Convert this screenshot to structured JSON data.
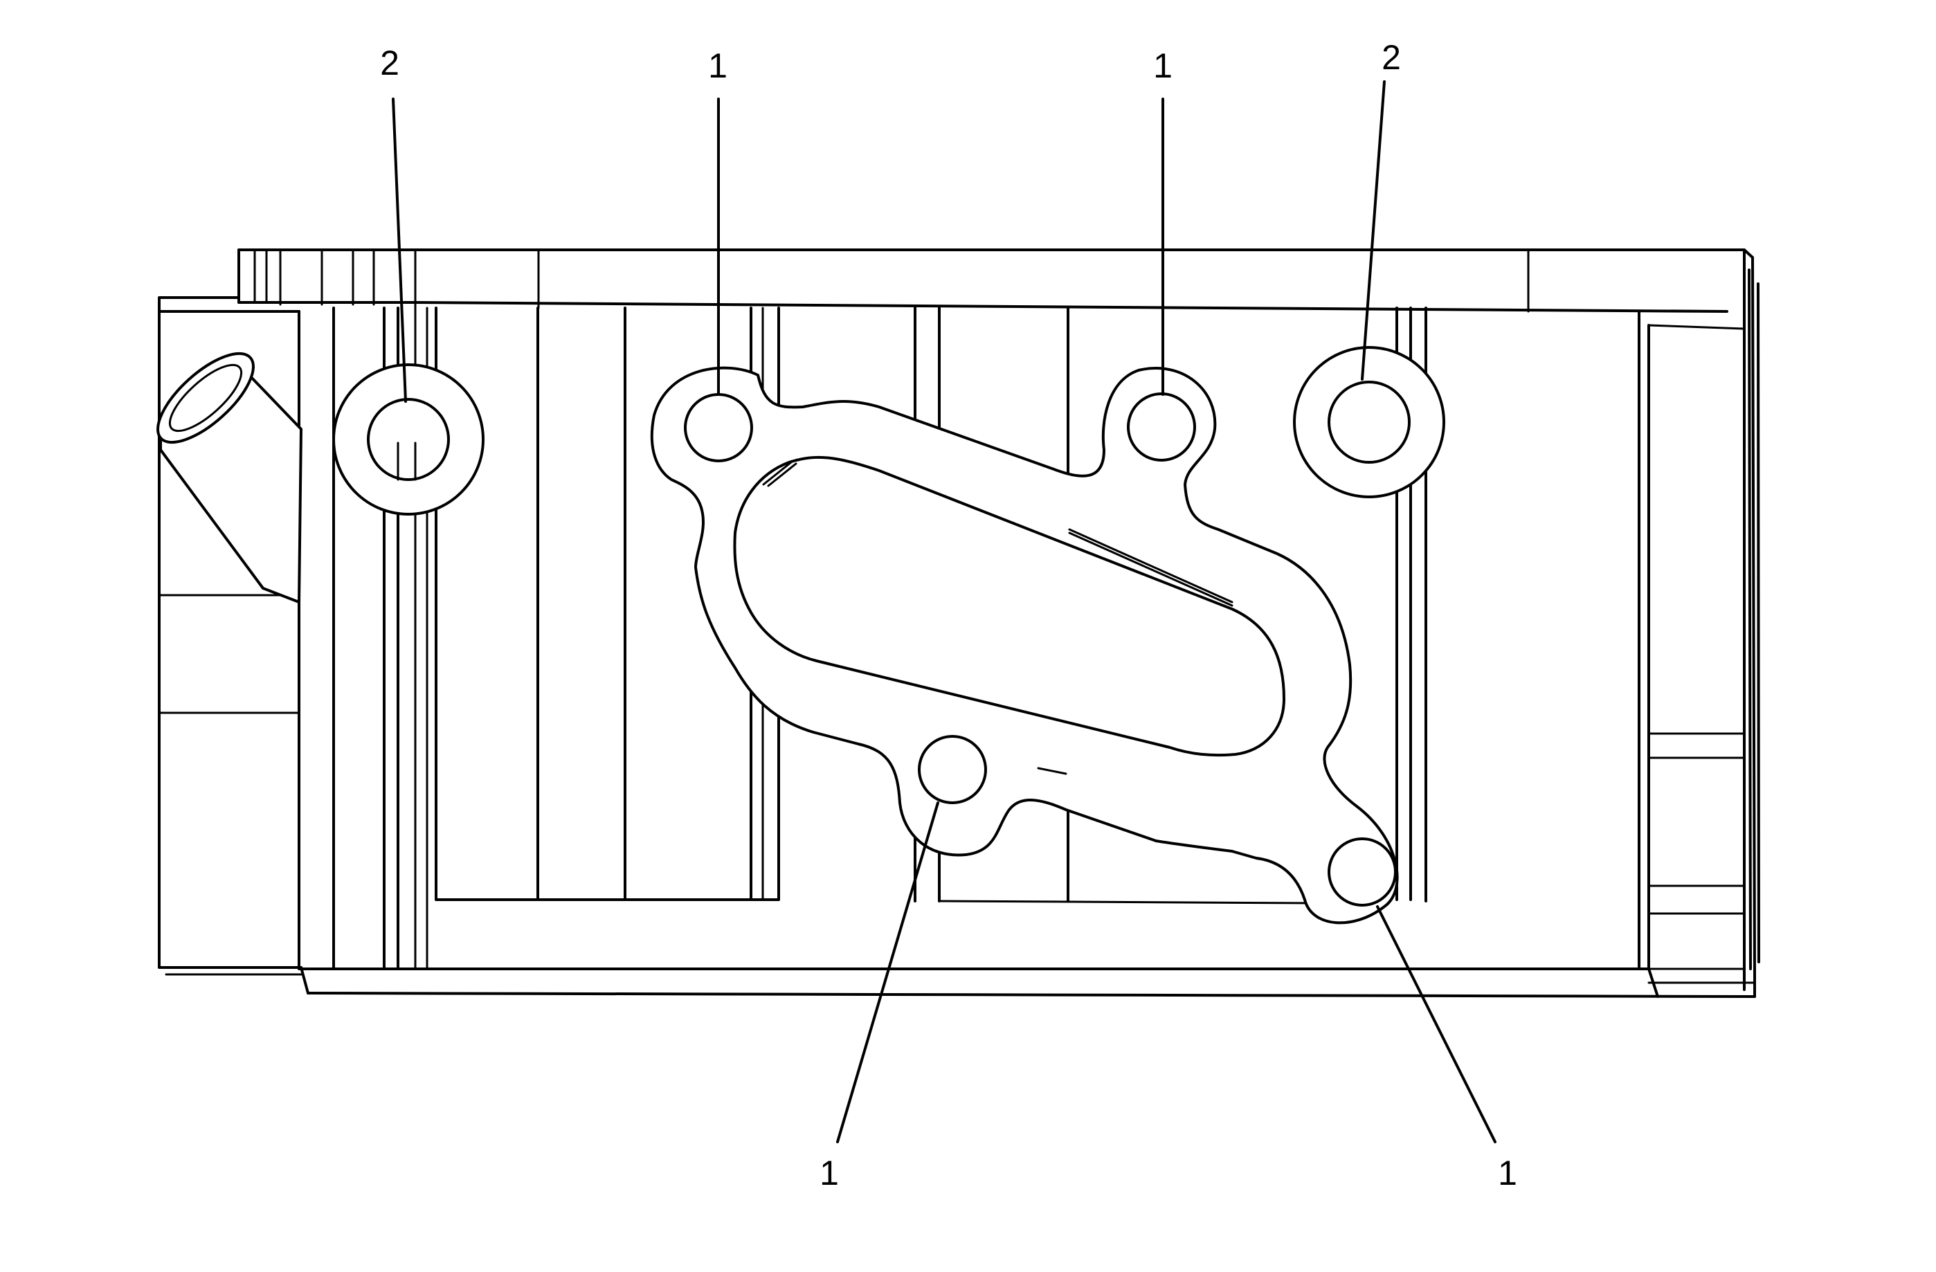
{
  "callouts": {
    "c1": "2",
    "c2": "1",
    "c3": "1",
    "c4": "2",
    "c5": "1",
    "c6": "1"
  },
  "colors": {
    "line": "#000000",
    "background": "#ffffff"
  }
}
